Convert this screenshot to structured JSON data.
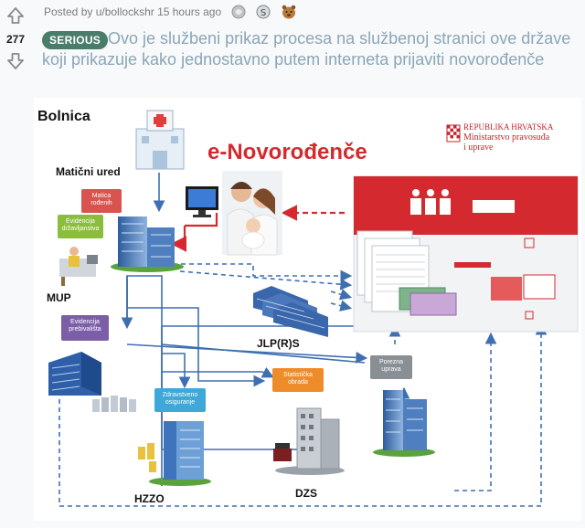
{
  "vote": {
    "count": "277"
  },
  "meta": {
    "posted_by": "Posted by u/bollockshr 15 hours ago"
  },
  "awards": [
    "silver-award-icon",
    "helpful-award-icon",
    "wholesome-award-icon"
  ],
  "flair": {
    "label": "SERIOUS",
    "color": "#4a7c6a"
  },
  "title": "Ovo je službeni prikaz procesa na službenoj stranici ove države koji prikazuje kako jednostavno putem interneta prijaviti novorođenče",
  "figure": {
    "heading": "e-Novorođenče",
    "hospital": "Bolnica",
    "registry_office": "Matični ured",
    "birth_registry_box": "Matica rođenih",
    "citizenship_box": "Evidencija državljanstva",
    "mup": "MUP",
    "residence_box": "Evidencija prebivališta",
    "jlprs": "JLP(R)S",
    "tax_box": "Porezna uprava",
    "statistics_box": "Statistička obrada",
    "health_box": "Zdravstveno osiguranje",
    "hzzo": "HZZO",
    "dzs": "DZS",
    "ministry_line1": "REPUBLIKA HRVATSKA",
    "ministry_line2": "Ministarstvo pravosuđa",
    "ministry_line3": "i uprave"
  },
  "colors": {
    "accent_red": "#d42a2f",
    "arrow_blue": "#3e6fb0",
    "bg": "#f8f9fa"
  }
}
